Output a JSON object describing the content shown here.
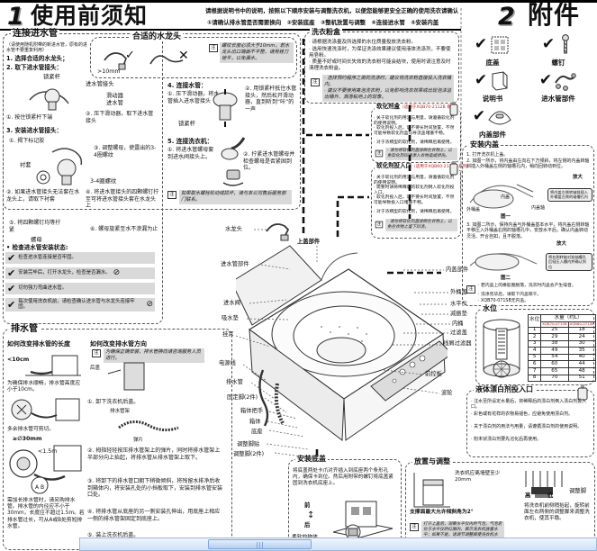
{
  "ui": {
    "note_tag": "注"
  },
  "colors": {
    "accent_red": "#b22222",
    "scroll_track": "#cfe1f6",
    "scroll_thumb": "#b7cef0",
    "note_gray": "#d9d9d9"
  },
  "header": {
    "num1": "1",
    "title1": "使用前须知",
    "intro1": "请根据说明书中的说明，按照以下顺序安装与调整洗衣机，以便您能够更安全正确的使用洗衣请确认",
    "intro2": "①请确认排水管是否需要换向　②安装底座　③整机放置与调整　④连接进水管　⑤安装内盖",
    "num2": "2",
    "title2": "附件"
  },
  "connect": {
    "title": "连接进水管",
    "subnote": "（请使用随机附带的新进水管，原有的进水管不要重复利用）",
    "step1": "1. 选择合适的水龙头；",
    "step2": "2. 取下进水管接头：",
    "lbl_lock": "锁紧杆",
    "lbl_joint": "进水管接头",
    "lbl_slider": "滑动器",
    "lbl_pipe": "进水管",
    "s2a": "①. 按住锁紧杆下端",
    "s2b": "②. 压下滑动器，取下进水管接头",
    "step3": "3. 安装进水管接头：",
    "s3a": "①. 揭下标记胶",
    "s3c": "③. 调整螺母，使露出的3-4圈螺纹",
    "lbl_liner": "衬套",
    "lbl_threads": "3-4圈螺纹",
    "s3b": "②. 如果进水管接头无法套在水龙头上，请取下衬套",
    "s3d": "④. 将进水管接头的四颗螺钉拧至可将进水管接头套在水龙头上",
    "s3e": "⑤. 将四颗螺钉均等拧紧",
    "lbl_nut": "螺母",
    "s3f": "⑥. 螺母旋紧至水不渗漏为止",
    "check_title": "• 检查进水管安装状态:",
    "checks": [
      "检查进水管连接是否牢固。",
      "安装完毕后，打开水龙头，检查是否漏水。",
      "切勿强力弯曲进水管。",
      "每次使用洗衣机前，请检查确认进水管与水龙头连接牢固。"
    ],
    "faucet_title": "合适的水龙头",
    "faucet_dim": ">10mm",
    "faucet_note": "螺纹长度必须大于10mm，若水龙头出口端面不平整，请用锉刀锉平，以免漏水。",
    "step4": "4. 连接水管：",
    "s4a": "①. 压下滑动器，将水管插入进水管接头",
    "s4b": "②. 用锁紧杆抵住水管接头，然后松开滑动器，直到听到“咔”的一声",
    "step5": "5. 连接洗衣机：",
    "s5a": "①. 将进水管螺母套到进水阀接头上。",
    "s5b": "②. 拧紧进水管螺母并检查螺母是否紧固到位。",
    "note5": "如果取水螺栓松动或损坏，请与本公司售后服务部门联系。"
  },
  "detergent": {
    "title": "洗衣粉盒",
    "b1": "· 请根据洗涤量及所选择的水位质量投放洗衣粉。",
    "b2": "· 选用快速洗涤时，为保证洗涤效果建议使用液体洗涤剂，不要使用皂粉。",
    "b3": "· 质量不好或时间长失效的洗衣粉可能会结块，使用时请注意及时清理洗衣粉盒。",
    "n1": "· 选择预约程序之类的洗涤时，建议将洗衣粉直接投入洗衣桶内。",
    "n2": "· 建议不要使用高泡洗衣粉，以免影响洗衣效果或出现泡沫溢出桶外、溅落粘地上的现象。"
  },
  "softbox": {
    "title": "软化剂盒",
    "subtitle": "（适用于XQB70-2112B 系列）",
    "b1": "· 关于软化剂的用法与用量，请遵循软化剂的使用说明。",
    "b2": "· 软化剂投入后，请不要长时间放置，不然可能导致软化剂盒与导流盖堵塞不畅。",
    "b3": "· 对于浓稠型的软化剂，请稀释后再使用。",
    "n1": "· 请勿将软化剂直接倒在衣物上，以免软化剂印渍渗入衣物造成损伤。"
  },
  "softinlet": {
    "title": "软化剂投入口",
    "subtitle": "（适用于XQB60-2112B 系列）",
    "b1": "· 关于软化剂的用法与用量，请遵循软化剂的使用说明。",
    "b2": "· 需要时请将稀释后的软化剂倒入软化剂投入口。",
    "b3": "· 软化剂投入后，请不要长时间放置，不然可能导致投入口堵塞不畅。",
    "b4": "· 对于浓稠型的软化剂，请稀释后再使用。",
    "n1": "· 请勿将软化剂直接倒在衣物上，以免在衣物上留下印渍。"
  },
  "accessories": {
    "items": [
      "底盖",
      "螺钉",
      "说明书",
      "进水管部件",
      "内盖部件"
    ]
  },
  "innercover": {
    "title": "安装内盖",
    "s1": "1. 打开洗衣机上盖。",
    "s2": "2. 如图一所示，将内盖由左向右下方倾斜，将左侧的内盖转轴斜插入外桶盖左侧的轴槽孔内，稍向回转动到位。",
    "s3": "3. 如图二所示，保持内盖与外桶盖基本水平，将内盖右侧转轴平移压入外桶盖右侧的轴槽孔中，安放水平后，确认内盖转动灵活、开合自如，且不脱落。",
    "lbl_inner": "内盖",
    "lbl_outer": "外桶盖",
    "lbl_axis": "内盖轴",
    "zoom": "放大",
    "fig1": "图一",
    "fig2": "图二",
    "c1": "将内盖左侧转轴斜插入外桶盖左侧的轴槽孔内",
    "c2": "将右侧转轴对准轴槽孔后轻压入槽内并确认到位",
    "n1": "· 若内盖上的橡胶圈脱落，洗衣时内盖会产生噪音。",
    "n2": "· 洗涤完毕后，请取下内盖晾干。",
    "n3": "· XQB70-071SB无内盖。"
  },
  "waterlevel": {
    "title": "水位",
    "col_level": "水位",
    "col_amount": "水量（约L）",
    "model_a": "XQB70-071SB",
    "model_b": "XQB60-071SB",
    "rows": [
      [
        "1",
        "25",
        "18"
      ],
      [
        "2",
        "29",
        "24"
      ],
      [
        "3",
        "38",
        "30"
      ],
      [
        "4",
        "49",
        "35"
      ],
      [
        "5",
        "54",
        "40"
      ],
      [
        "6",
        "60",
        "44"
      ],
      [
        "7",
        "65",
        "48"
      ],
      [
        "8",
        "70",
        "51"
      ]
    ]
  },
  "bleach": {
    "title": "液体漂白剂投入口",
    "b1": "· 注水至所设定水量后，将稀释后的漂白剂倒入漂白剂投入口。",
    "b2": "· 彩色或有花样的衣物易褪色，应避免使用漂白剂。",
    "b3": "· 关于漂白剂的用法与用量，请遵循漂白剂的使用说明。",
    "b4": "· 粉末状漂白剂要先溶化后再使用。"
  },
  "machine": {
    "top": "上盖部件",
    "left": [
      "水龙头",
      "进水管部件",
      "进水阀",
      "吸水垫",
      "挂耳",
      "电源线",
      "排水管",
      "固定脚(2件)",
      "箱体把手",
      "箱体",
      "底座",
      "调整脚贴",
      "调整脚(2件)"
    ],
    "right": [
      "内盖部件",
      "外桶盖",
      "水平仪",
      "减振垫",
      "内桶",
      "过滤盖",
      "线屑过滤器",
      "前控板",
      "波轮"
    ]
  },
  "drain": {
    "title": "排水管",
    "len_title": "如何改变排水管的长度",
    "dir_title": "如何改变排水管方向",
    "dir_note": "为确保正确安装，排水管换向请咨询服务人员进行。",
    "dim_h": "<10cm",
    "t1": "为确保排水顺畅，排水管高度应小于10cm。",
    "t2": "多余排水管可剪切。",
    "dim_d": "≥∅30mm",
    "dim_l": "<1.5m",
    "t3": "需加长排水管时，请另购排水管。排水管的内径应不小于30mm，长度应不超过1.5m。若排水管过长，可从A或B处剪短排水管。",
    "lbl_back": "后盖",
    "lbl_rack": "排水管架",
    "lbl_clip": "弹片",
    "s1": "①. 卸下洗衣机后盖。",
    "s2": "②. 拇指轻轻按压排水管架上的弹片，同时将排水管架上半部分向上抬起，将排水管从排水管架上取下。",
    "s3": "③. 将卸下的排水管口朝下稍微倾斜，将残留水排净后收到箱体内，将安装孔处的小挡板取下，安装到排水管安装口处。",
    "s4": "④. 将排水管从底座的另一侧安装孔伸出，用底座上相应一侧的排水管架固定到底座上。",
    "s5": "⑤. 装上洗衣机后盖。"
  },
  "basecover": {
    "title": "安装底盖",
    "text": "将底盖两处卡爪对齐插入到底座两个条形孔内，确保卡到位。然后用附带的螺钉将底盖紧固到洗衣机底座上。",
    "front": "前",
    "back": "后",
    "soft": "柔软的物体"
  },
  "placement": {
    "title": "放置与调整",
    "wall": "洗衣机应离墙壁至少20mm",
    "tilt": "支撑面最大允许倾斜角为2°",
    "note": "打开上盖后，观察水平仪内的气泡，气泡若位于水平仪的红圈内，表示洗衣机放置水平；如果不是，请调节调整脚使洗衣机水平。",
    "high": "高",
    "low": "低",
    "foot": "调整脚",
    "adjust": "将洗衣机前侧稍抬起，旋转前面左右两侧的调整脚来调整洗衣机，使其平稳。"
  }
}
